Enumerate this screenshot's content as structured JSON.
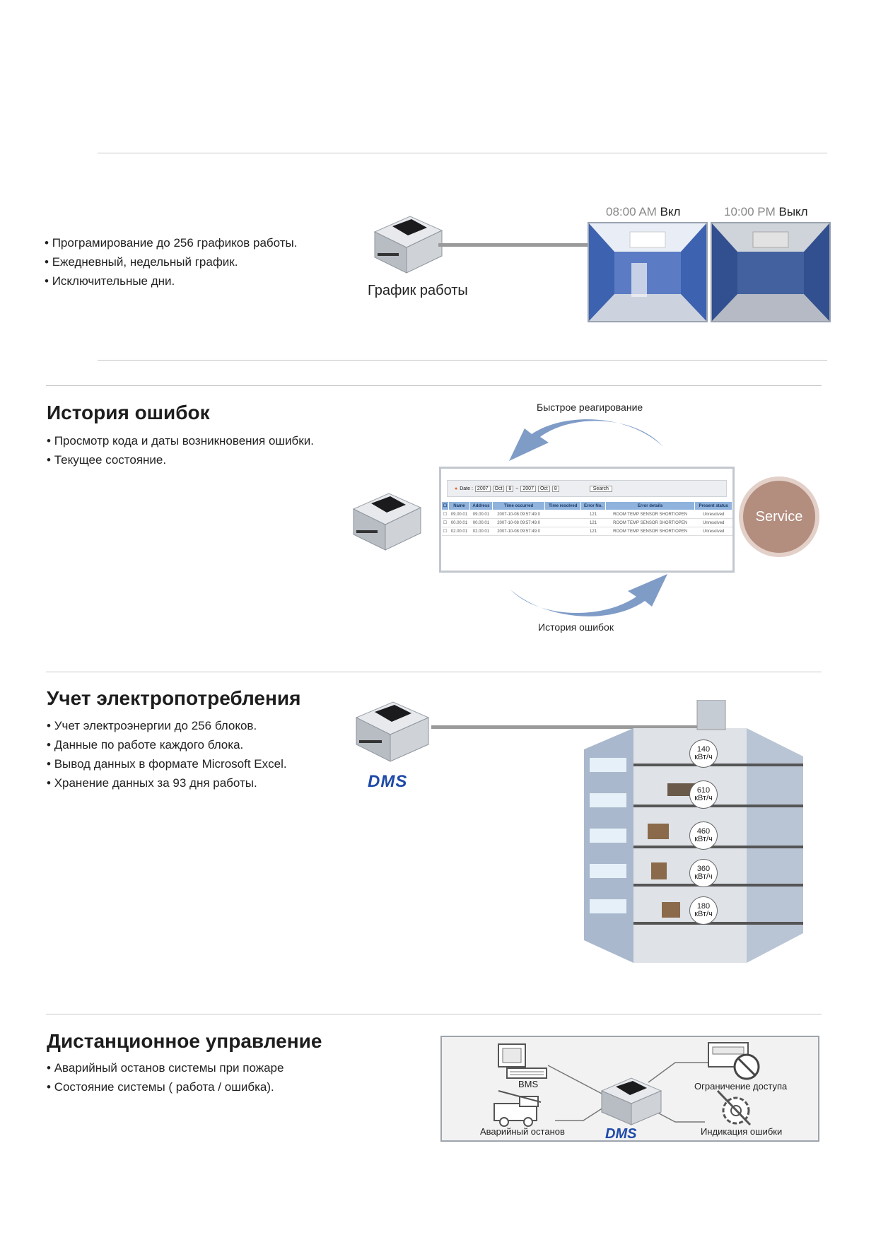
{
  "schedule": {
    "bullets": [
      "Програмирование до 256 графиков работы.",
      "Ежедневный, недельный график.",
      "Исключительные дни."
    ],
    "device_caption": "График работы",
    "on_time": "08:00 AM",
    "on_label": "Вкл",
    "off_time": "10:00 PM",
    "off_label": "Выкл"
  },
  "errors": {
    "title": "История ошибок",
    "bullets": [
      "Просмотр кода и даты возникновения ошибки.",
      "Текущее состояние."
    ],
    "top_caption": "Быстрое реагирование",
    "bottom_caption": "История ошибок",
    "service_label": "Service",
    "toolbar": {
      "date_label": "Date :",
      "from_year": "2007",
      "from_month": "Oct",
      "from_day": "8",
      "to_year": "2007",
      "to_month": "Oct",
      "to_day": "8",
      "search_label": "Search"
    },
    "columns": [
      "Name",
      "Address",
      "Time occurred",
      "Time resolved",
      "Error No.",
      "Error details",
      "Present status"
    ],
    "rows": [
      {
        "name": "09.00.01",
        "address": "09.00.01",
        "occurred": "2007-10-08 09:57:49.0",
        "resolved": "",
        "code": "121",
        "details": "ROOM TEMP SENSOR SHORT/OPEN",
        "status": "Unresolved"
      },
      {
        "name": "00.00.01",
        "address": "00.00.01",
        "occurred": "2007-10-08 09:57:49.0",
        "resolved": "",
        "code": "121",
        "details": "ROOM TEMP SENSOR SHORT/OPEN",
        "status": "Unresolved"
      },
      {
        "name": "02.00.01",
        "address": "02.00.01",
        "occurred": "2007-10-08 09:57:49.0",
        "resolved": "",
        "code": "121",
        "details": "ROOM TEMP SENSOR SHORT/OPEN",
        "status": "Unresolved"
      }
    ]
  },
  "energy": {
    "title": "Учет электропотребления",
    "bullets": [
      "Учет электроэнергии до 256 блоков.",
      "Данные по работе каждого блока.",
      "Вывод данных в формате Microsoft Excel.",
      "Хранение данных за 93 дня работы."
    ],
    "logo": "DMS",
    "floors": [
      {
        "value": "140",
        "unit": "кВт/ч"
      },
      {
        "value": "610",
        "unit": "кВт/ч"
      },
      {
        "value": "460",
        "unit": "кВт/ч"
      },
      {
        "value": "360",
        "unit": "кВт/ч"
      },
      {
        "value": "180",
        "unit": "кВт/ч"
      }
    ]
  },
  "remote": {
    "title": "Дистанционное управление",
    "bullets": [
      "Аварийный останов системы при пожаре",
      "Состояние системы ( работа / ошибка)."
    ],
    "bms_label": "BMS",
    "access_label": "Ограничение доступа",
    "emergency_label": "Аварийный останов",
    "error_label": "Индикация ошибки",
    "logo": "DMS"
  },
  "colors": {
    "arrow_blue": "#7f9cc7",
    "service": "#b38d7e",
    "photo_blue": "#3b5ea8"
  }
}
